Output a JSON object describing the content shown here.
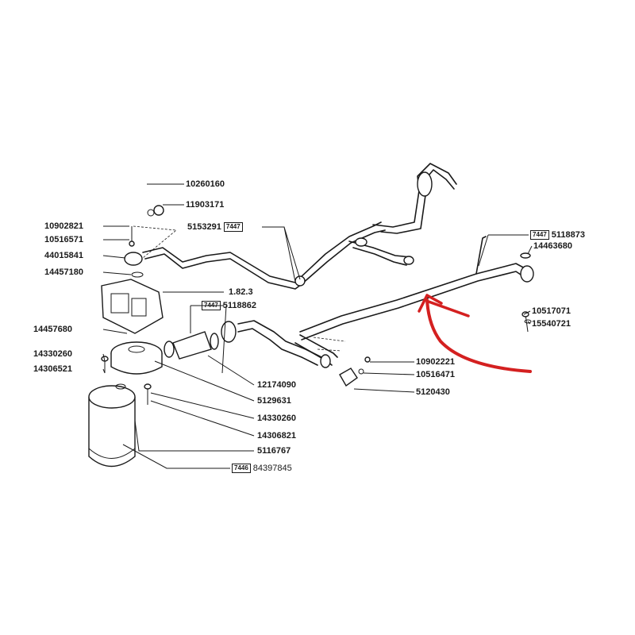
{
  "labels": {
    "p10260160": "10260160",
    "p11903171": "11903171",
    "p10902821": "10902821",
    "p10516571": "10516571",
    "p44015841": "44015841",
    "p14457180": "14457180",
    "p5153291": "5153291",
    "p1_82_3": "1.82.3",
    "p5118862": "5118862",
    "p14457680": "14457680",
    "p14330260_left": "14330260",
    "p14306521": "14306521",
    "p12174090": "12174090",
    "p5129631": "5129631",
    "p14330260": "14330260",
    "p14306821": "14306821",
    "p5116767": "5116767",
    "p84397845": "84397845",
    "p5118873": "5118873",
    "p14463680": "14463680",
    "p10517071": "10517071",
    "p15540721": "15540721",
    "p10902221": "10902221",
    "p10516471": "10516471",
    "p5120430": "5120430"
  },
  "boxes": {
    "b7447_top": "7447",
    "b7447_mid": "7447",
    "b7447_right": "7447",
    "b7446": "7446"
  },
  "colors": {
    "line": "#1a1a1a",
    "annotation_arrow": "#d42020"
  }
}
